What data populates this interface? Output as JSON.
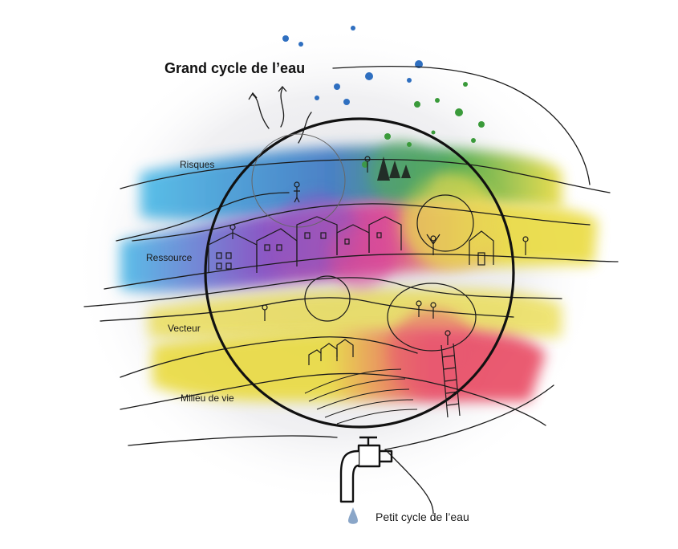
{
  "diagram": {
    "title": "Grand cycle de l’eau",
    "labels": {
      "risques": "Risques",
      "ressource": "Ressource",
      "vecteur": "Vecteur",
      "milieu_de_vie": "Milieu de vie"
    },
    "footer_label": "Petit cycle de l’eau"
  },
  "colors": {
    "ink": "#1a1a1a",
    "blue": "#2f6fc0",
    "cyan": "#3fb6e6",
    "magenta": "#d9338a",
    "purple": "#7b3fbf",
    "yellow": "#e9d935",
    "red": "#e8405a",
    "green": "#3a9a3a",
    "drop": "#8aa6c8"
  },
  "icons": [
    "water-drop-icon",
    "tap-icon"
  ]
}
